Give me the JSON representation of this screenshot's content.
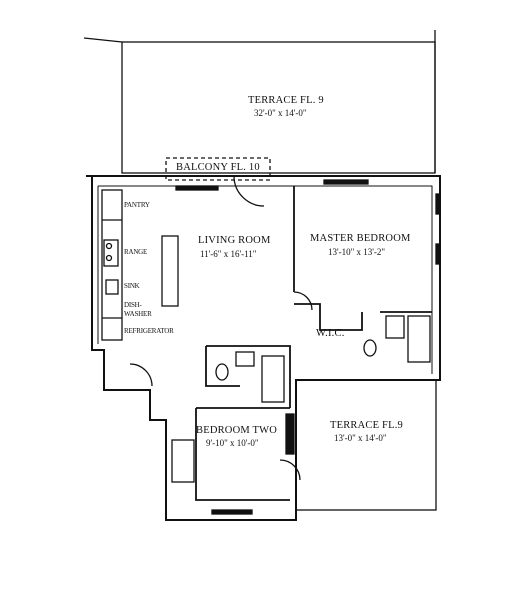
{
  "rooms": {
    "terrace_top": {
      "name": "TERRACE FL. 9",
      "dims": "32'-0\" x 14'-0\""
    },
    "balcony": {
      "name": "BALCONY FL. 10"
    },
    "living_room": {
      "name": "LIVING ROOM",
      "dims": "11'-6\" x 16'-11\""
    },
    "master_bedroom": {
      "name": "MASTER BEDROOM",
      "dims": "13'-10\" x 13'-2\""
    },
    "wic": {
      "name": "W.I.C."
    },
    "bedroom_two": {
      "name": "BEDROOM TWO",
      "dims": "9'-10\" x 10'-0\""
    },
    "terrace_right": {
      "name": "TERRACE FL.9",
      "dims": "13'-0\" x 14'-0\""
    }
  },
  "kitchen": {
    "pantry": "PANTRY",
    "range": "RANGE",
    "sink": "SINK",
    "dishwasher_1": "DISH-",
    "dishwasher_2": "WASHER",
    "refrigerator": "REFRIGERATOR"
  },
  "colors": {
    "ink": "#111111",
    "paper": "#ffffff"
  }
}
